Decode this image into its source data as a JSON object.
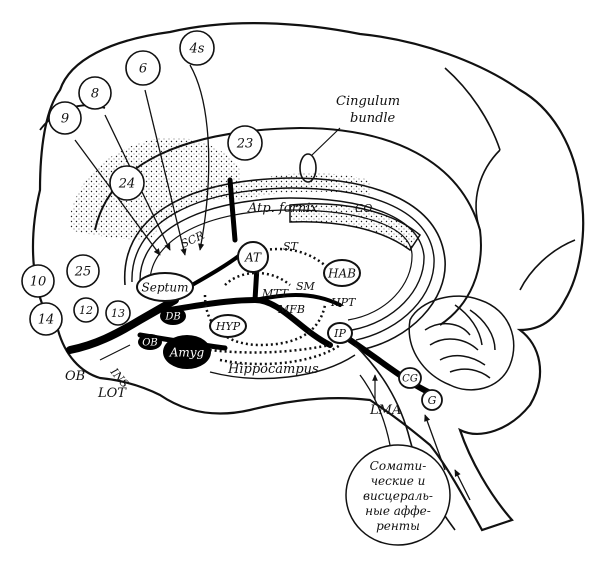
{
  "areas": {
    "a9": "9",
    "a8": "8",
    "a6": "6",
    "a4s": "4s",
    "a23": "23",
    "a24": "24",
    "a10": "10",
    "a25": "25",
    "a12": "12",
    "a14": "14",
    "a13": "13"
  },
  "labels": {
    "cingulum_line1": "Cingulum",
    "cingulum_line2": "bundle",
    "co": "CO",
    "fornix": "Atp. fornix",
    "scr": "SCR",
    "st": "ST",
    "at": "AT",
    "hab": "HAB",
    "septum": "Septum",
    "db": "DB",
    "mtt": "MTT",
    "sm": "SM",
    "mfb": "MFB",
    "hpt": "HPT",
    "hyp": "HYP",
    "ip": "IP",
    "ob_small": "OB",
    "amyg": "Amyg",
    "hippocampus": "Hippocampus",
    "cg": "CG",
    "g": "G",
    "lma": "LMA",
    "ob": "OB",
    "ins": "INS",
    "lot": "LOT"
  },
  "afferents": [
    "Сомати-",
    "ческие и",
    "висцераль-",
    "ные аффе-",
    "ренты"
  ]
}
